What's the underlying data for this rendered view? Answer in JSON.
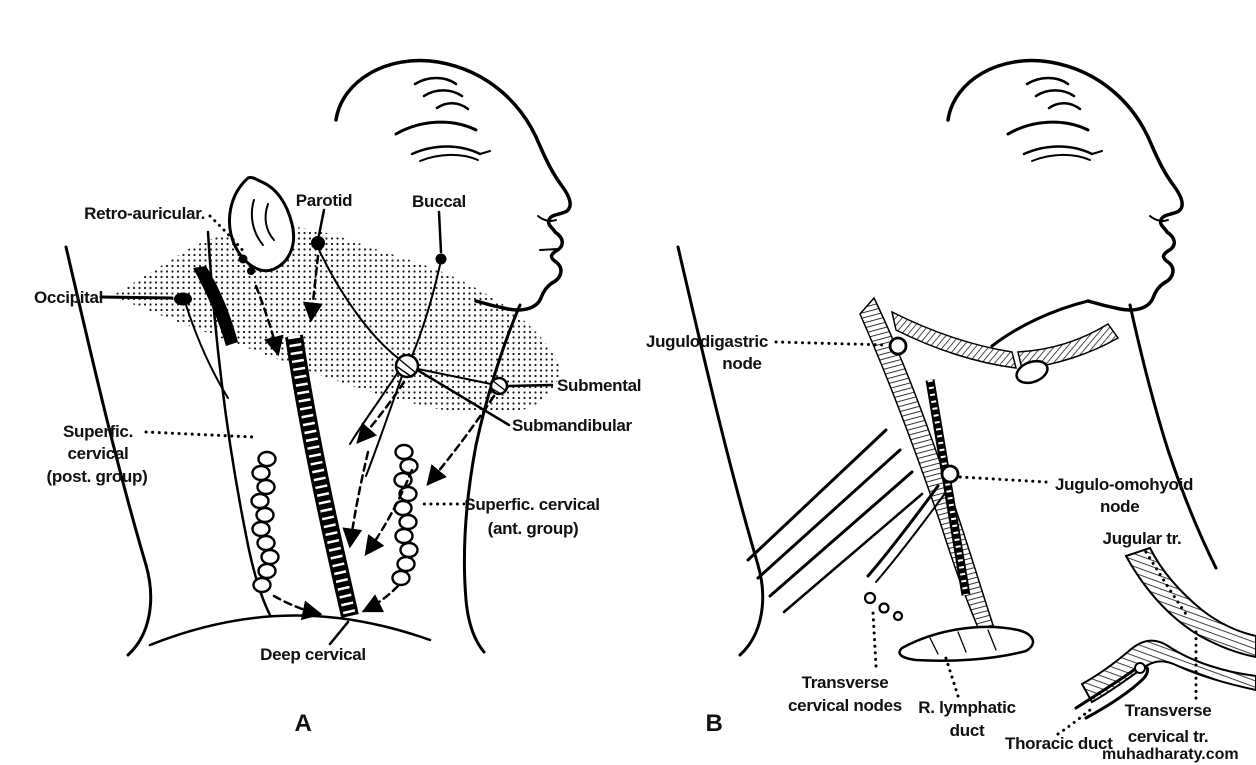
{
  "figure": {
    "watermark": "muhadharaty.com",
    "watermark_color": "#e8490e"
  },
  "panelA": {
    "letter": "A",
    "labels": {
      "retro_auricular": "Retro-auricular.",
      "parotid": "Parotid",
      "buccal": "Buccal",
      "occipital": "Occipital",
      "submental": "Submental",
      "submandibular": "Submandibular",
      "superficial_post_1": "Superfic.",
      "superficial_post_2": "cervical",
      "superficial_post_3": "(post. group)",
      "superficial_ant_1": "Superfic. cervical",
      "superficial_ant_2": "(ant. group)",
      "deep_cervical": "Deep cervical"
    }
  },
  "panelB": {
    "letter": "B",
    "labels": {
      "jugulodigastric_1": "Jugulodigastric",
      "jugulodigastric_2": "node",
      "jugulo_omohyoid_1": "Jugulo-omohyoid",
      "jugulo_omohyoid_2": "node",
      "jugular_tr": "Jugular tr.",
      "transverse_nodes_1": "Transverse",
      "transverse_nodes_2": "cervical nodes",
      "r_lymphatic_1": "R. lymphatic",
      "r_lymphatic_2": "duct",
      "thoracic_duct": "Thoracic duct",
      "transverse_tr_1": "Transverse",
      "transverse_tr_2": "cervical tr."
    }
  }
}
